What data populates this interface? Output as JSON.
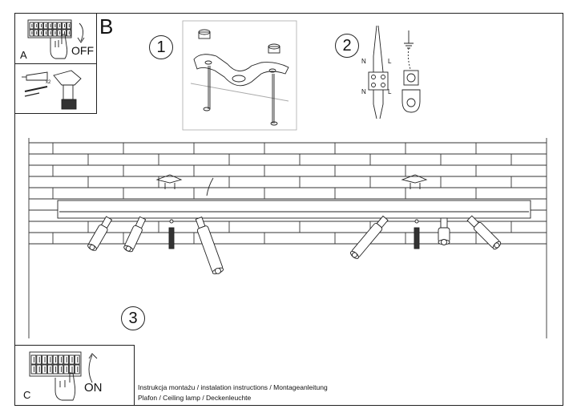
{
  "panels": {
    "a": {
      "letter": "A",
      "switch_label": "OFF"
    },
    "b": {
      "letter": "B"
    },
    "c": {
      "letter": "C",
      "switch_label": "ON"
    }
  },
  "steps": {
    "one": "1",
    "two": "2",
    "three": "3"
  },
  "drill_quantity": "x2",
  "wire_labels": {
    "n_top": "N",
    "l_top": "L",
    "n_bottom": "N",
    "l_bottom": "L"
  },
  "captions": {
    "line1": "Instrukcja montażu / instalation instructions / Montageanleitung",
    "line2": "Plafon / Ceiling lamp / Deckenleuchte"
  },
  "colors": {
    "stroke": "#222222",
    "screw": "#333333",
    "background": "#ffffff"
  }
}
